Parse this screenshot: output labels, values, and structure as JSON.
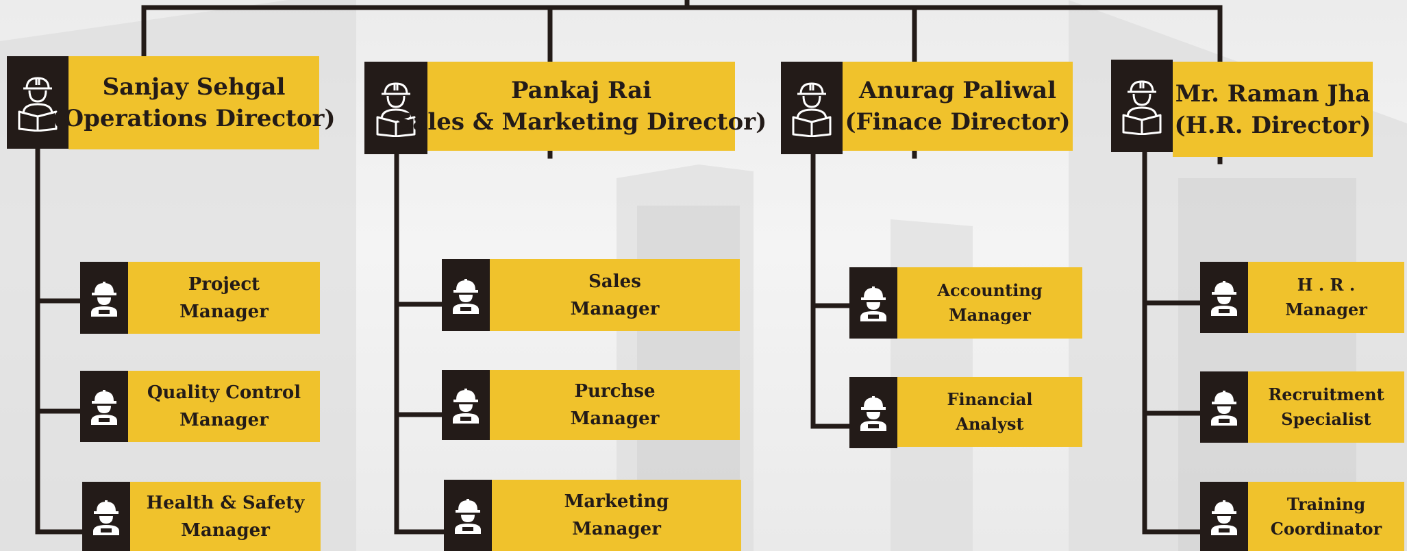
{
  "colors": {
    "accent": "#f0c22c",
    "dark": "#231b18",
    "connector": "#231b18"
  },
  "icons": {
    "director": "worker-reading-book-icon",
    "staff": "worker-hard-hat-icon"
  },
  "directors": [
    {
      "line1": "Sanjay Sehgal",
      "line2": "(Operations Director)",
      "reports": [
        {
          "line1": "Project",
          "line2": "Manager"
        },
        {
          "line1": "Quality Control",
          "line2": "Manager"
        },
        {
          "line1": "Health & Safety",
          "line2": "Manager"
        }
      ]
    },
    {
      "line1": "Pankaj Rai",
      "line2": "Sales & Marketing Director)",
      "reports": [
        {
          "line1": "Sales",
          "line2": "Manager"
        },
        {
          "line1": "Purchse",
          "line2": "Manager"
        },
        {
          "line1": "Marketing",
          "line2": "Manager"
        }
      ]
    },
    {
      "line1": "Anurag Paliwal",
      "line2": "(Finace Director)",
      "reports": [
        {
          "line1": "Accounting",
          "line2": "Manager"
        },
        {
          "line1": "Financial",
          "line2": "Analyst"
        }
      ]
    },
    {
      "line1": "Mr. Raman Jha",
      "line2": "(H.R.  Director)",
      "reports": [
        {
          "line1": "H . R .",
          "line2": "Manager"
        },
        {
          "line1": "Recruitment",
          "line2": "Specialist"
        },
        {
          "line1": "Training",
          "line2": "Coordinator"
        }
      ]
    }
  ]
}
